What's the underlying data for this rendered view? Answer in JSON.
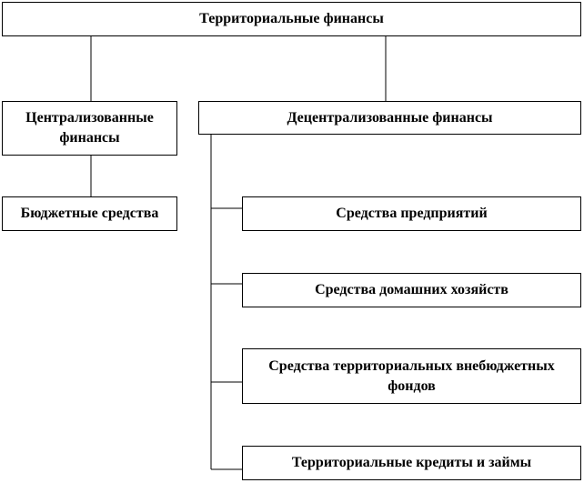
{
  "diagram": {
    "root": "Территориальные финансы",
    "centralized": {
      "label": "Централизованные финансы",
      "children": [
        "Бюджетные средства"
      ]
    },
    "decentralized": {
      "label": "Децентрализованные финансы",
      "children": [
        "Средства предприятий",
        "Средства домашних хозяйств",
        "Средства территориальных внебюджетных фондов",
        "Территориальные кредиты и займы"
      ]
    }
  }
}
